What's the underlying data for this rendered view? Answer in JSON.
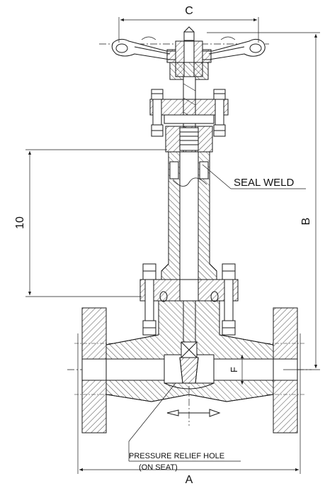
{
  "dimensions": {
    "c": "C",
    "b": "B",
    "a": "A",
    "f": "F",
    "ten": "10"
  },
  "callouts": {
    "seal_weld": "SEAL WELD",
    "pressure_relief_hole": "PRESSURE RELIEF HOLE",
    "on_seat": "(ON SEAT)"
  },
  "colors": {
    "line": "#1a1a1a",
    "hatch": "#333333",
    "background": "#ffffff"
  }
}
